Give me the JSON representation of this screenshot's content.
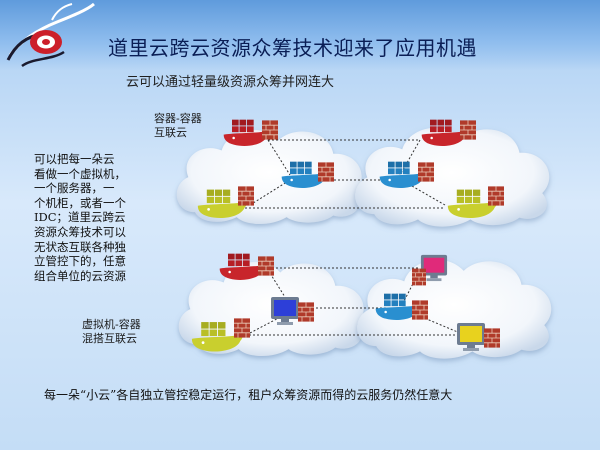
{
  "slide": {
    "title": "道里云跨云资源众筹技术迎来了应用机遇",
    "subtitle": "云可以通过轻量级资源众筹并网连大",
    "label_container": "容器-容器\n互联云",
    "label_vm_container": "虚拟机-容器\n混搭互联云",
    "description_lines": [
      "可以把每一朵云",
      "看做一个虚拟机，",
      "一个服务器，一",
      "个机柜，或者一个",
      "IDC；道里云跨云",
      "资源众筹技术可以",
      "无状态互联各种独",
      "立管控下的，任意",
      "组合单位的云资源"
    ],
    "footer": "每一朵“小云”各自独立管控稳定运行，租户众筹资源而得的云服务仍然任意大"
  },
  "colors": {
    "background": "#c4ddf6",
    "title": "#0a1e55",
    "whale_red": "#c8252b",
    "whale_blue": "#2a8fd0",
    "whale_yellow": "#c9cf2e",
    "brick": "#b03a2a",
    "connector": "#333333"
  },
  "icons": [
    "logo-swirl-icon",
    "cloud-icon",
    "whale-container-icon",
    "brick-firewall-icon",
    "monitor-vm-icon"
  ]
}
